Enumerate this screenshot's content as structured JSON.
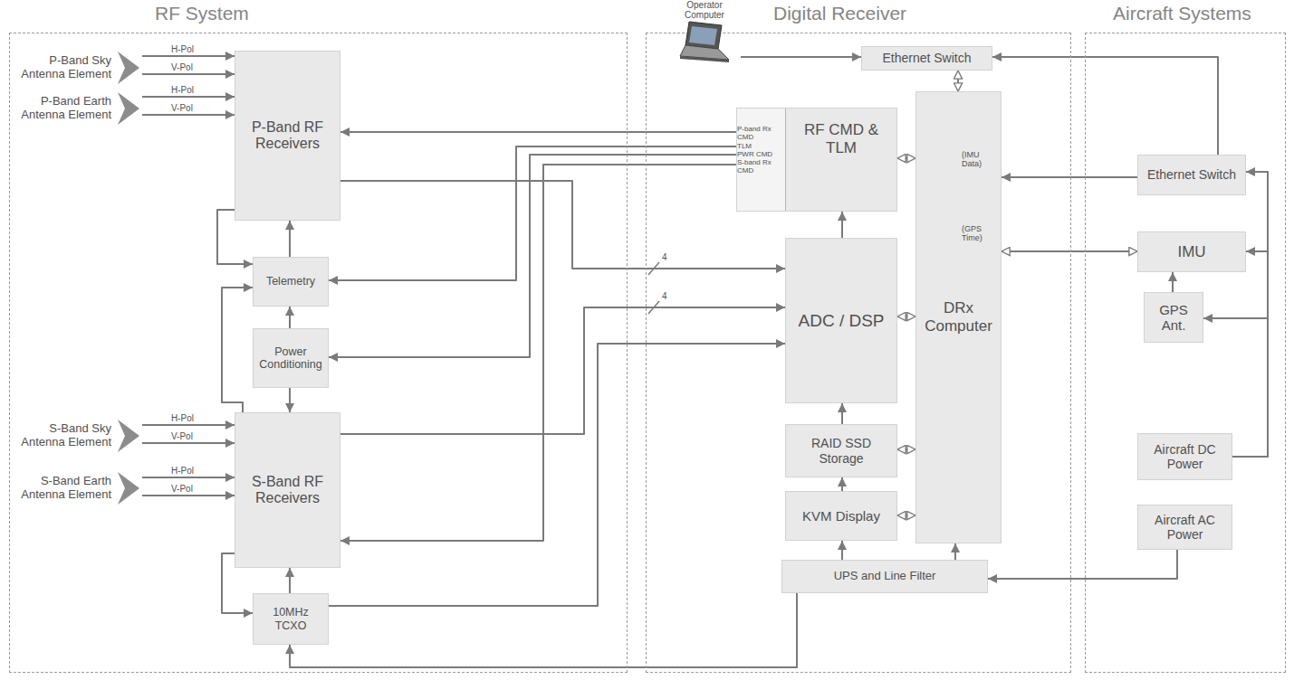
{
  "diagram": {
    "nodes": [
      {
        "text": [
          "RF System"
        ]
      },
      {
        "text": [
          "P-Band Sky Antenna Element"
        ],
        "in": 0
      },
      {
        "text": [
          "P-Band Earth Antenna Element"
        ],
        "in": 0
      },
      {
        "text": [
          "P-Band RF Receivers"
        ],
        "in": 0
      },
      {
        "text": [
          "Telemetry"
        ],
        "in": 0
      },
      {
        "text": [
          "Power Conditioning"
        ],
        "in": 0
      },
      {
        "text": [
          "S-Band Sky Antenna Element"
        ],
        "in": 0
      },
      {
        "text": [
          "S-Band Earth Antenna Element"
        ],
        "in": 0
      },
      {
        "text": [
          "S-Band RF Receivers"
        ],
        "in": 0
      },
      {
        "text": [
          "10MHz TCXO"
        ],
        "in": 0
      },
      {
        "text": [
          "Digital Receiver"
        ]
      },
      {
        "text": [
          "Operator Computer"
        ]
      },
      {
        "text": [
          "Ethernet Switch"
        ],
        "in": 10
      },
      {
        "text": [
          "RF CMD & TLM"
        ],
        "in": 10
      },
      {
        "text": [
          "DRx Computer"
        ],
        "in": 10
      },
      {
        "text": [
          "ADC / DSP"
        ],
        "in": 10
      },
      {
        "text": [
          "RAID SSD Storage"
        ],
        "in": 10
      },
      {
        "text": [
          "KVM Display"
        ],
        "in": 10
      },
      {
        "text": [
          "UPS and Line Filter"
        ],
        "in": 10
      },
      {
        "text": [
          "Aircraft Systems"
        ]
      },
      {
        "text": [
          "Ethernet Switch"
        ],
        "in": 19
      },
      {
        "text": [
          "IMU"
        ],
        "in": 19
      },
      {
        "text": [
          "GPS Ant."
        ],
        "in": 19
      },
      {
        "text": [
          "Aircraft DC Power"
        ],
        "in": 19
      },
      {
        "text": [
          "Aircraft AC Power"
        ],
        "in": 19
      }
    ],
    "edges": [
      {
        "from": 1,
        "to": 3,
        "label": "H-Pol",
        "arrow": "to"
      },
      {
        "from": 1,
        "to": 3,
        "label": "V-Pol",
        "arrow": "to"
      },
      {
        "from": 2,
        "to": 3,
        "label": "H-Pol",
        "arrow": "to"
      },
      {
        "from": 2,
        "to": 3,
        "label": "V-Pol",
        "arrow": "to"
      },
      {
        "from": 6,
        "to": 8,
        "label": "H-Pol",
        "arrow": "to"
      },
      {
        "from": 6,
        "to": 8,
        "label": "V-Pol",
        "arrow": "to"
      },
      {
        "from": 7,
        "to": 8,
        "label": "H-Pol",
        "arrow": "to"
      },
      {
        "from": 7,
        "to": 8,
        "label": "V-Pol",
        "arrow": "to"
      },
      {
        "from": 13,
        "to": 3,
        "arrow": "to"
      },
      {
        "from": 13,
        "to": 4,
        "arrow": "to"
      },
      {
        "from": 13,
        "to": 5,
        "arrow": "to"
      },
      {
        "from": 13,
        "to": 8,
        "arrow": "to"
      },
      {
        "from": 3,
        "to": 15,
        "label": "4",
        "arrow": "to"
      },
      {
        "from": 8,
        "to": 15,
        "label": "4",
        "arrow": "to"
      },
      {
        "from": 9,
        "to": 15,
        "arrow": "to"
      },
      {
        "from": 3,
        "to": 4,
        "arrow": "to"
      },
      {
        "from": 4,
        "to": 3,
        "arrow": "to"
      },
      {
        "from": 5,
        "to": 4,
        "arrow": "to"
      },
      {
        "from": 8,
        "to": 4,
        "arrow": "to"
      },
      {
        "from": 5,
        "to": 8,
        "arrow": "to"
      },
      {
        "from": 9,
        "to": 8,
        "arrow": "to"
      },
      {
        "from": 8,
        "to": 9,
        "arrow": "to"
      },
      {
        "from": 18,
        "to": 9,
        "arrow": "to"
      },
      {
        "from": 18,
        "to": 17,
        "arrow": "to"
      },
      {
        "from": 18,
        "to": 14,
        "arrow": "to"
      },
      {
        "from": 24,
        "to": 18,
        "arrow": "to"
      },
      {
        "from": 17,
        "to": 16,
        "arrow": "to"
      },
      {
        "from": 16,
        "to": 15,
        "arrow": "to"
      },
      {
        "from": 15,
        "to": 14,
        "arrow": "both"
      },
      {
        "from": 16,
        "to": 14,
        "arrow": "both"
      },
      {
        "from": 17,
        "to": 14,
        "arrow": "both"
      },
      {
        "from": 13,
        "to": 14,
        "arrow": "both"
      },
      {
        "from": 15,
        "to": 13,
        "arrow": "to"
      },
      {
        "from": 12,
        "to": 14,
        "arrow": "both"
      },
      {
        "from": 20,
        "to": 12,
        "arrow": "to"
      },
      {
        "from": 11,
        "to": 12,
        "arrow": "to"
      },
      {
        "from": 20,
        "to": 14,
        "arrow": "to"
      },
      {
        "from": 21,
        "to": 14,
        "arrow": "both"
      },
      {
        "from": 22,
        "to": 21,
        "arrow": "to"
      },
      {
        "from": 23,
        "to": 20,
        "arrow": "to"
      },
      {
        "from": 23,
        "to": 21,
        "arrow": "to"
      },
      {
        "from": 23,
        "to": 22,
        "arrow": "to"
      }
    ],
    "labels": [
      "P-band Rx CMD",
      "TLM",
      "PWR CMD",
      "S-band Rx CMD",
      "(IMU Data)",
      "(GPS Time)"
    ]
  }
}
